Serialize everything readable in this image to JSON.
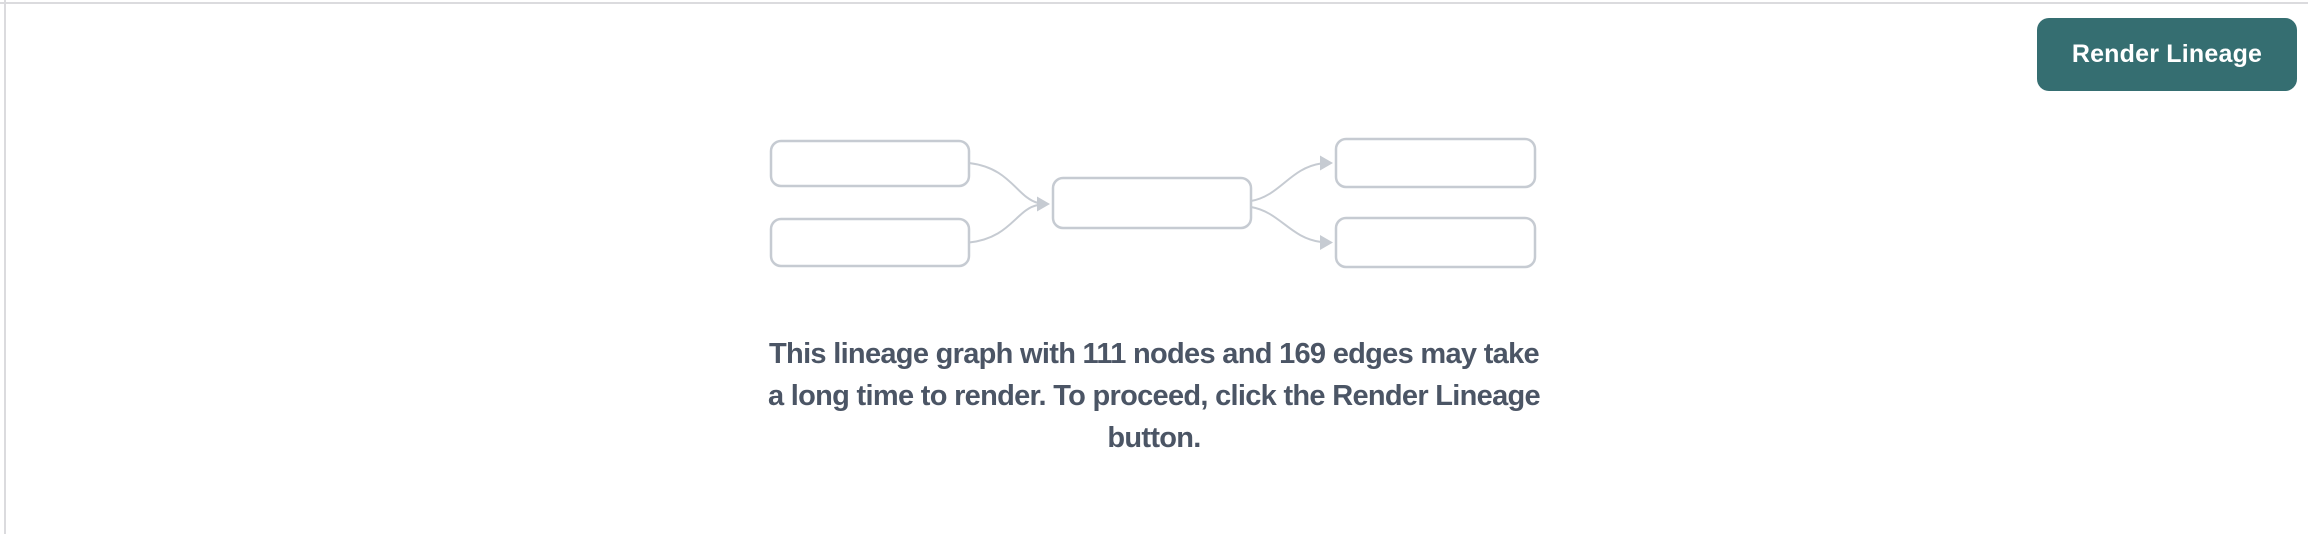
{
  "page": {
    "background_color": "#ffffff",
    "pane_border_color": "#dbdbde"
  },
  "toolbar": {
    "render_lineage_button": {
      "label": "Render Lineage",
      "background_color": "#356e71",
      "text_color": "#ffffff"
    }
  },
  "placeholder": {
    "diagram": {
      "description": "lineage-graph-placeholder-illustration",
      "box_fill": "#ffffff",
      "line_color": "#c6cbd2",
      "box_count": 5,
      "edge_count": 4
    },
    "message": {
      "lines": [
        "This lineage graph with 111 nodes and 169 edges may take",
        "a long time to render. To proceed, click the Render Lineage",
        "button."
      ],
      "text_color": "#4b5565",
      "nodes_count": 111,
      "edges_count": 169
    }
  }
}
